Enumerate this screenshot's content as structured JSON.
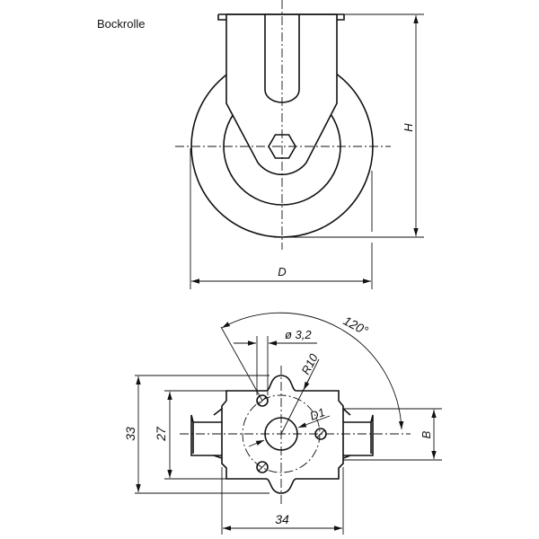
{
  "title": "Bockrolle",
  "side_view": {
    "dim_height": "H",
    "dim_diameter": "D"
  },
  "mount_view": {
    "dim_overall_height": "33",
    "dim_plate_height": "27",
    "dim_plate_width": "34",
    "dim_hole_diameter": "ø 3,2",
    "dim_radius": "R10",
    "dim_angle": "120°",
    "dim_bore": "D1",
    "dim_width": "B"
  }
}
